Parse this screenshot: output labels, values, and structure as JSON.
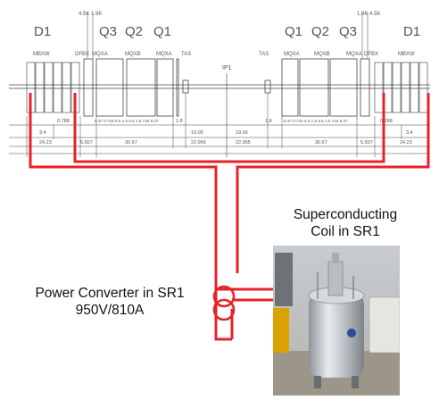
{
  "layout_labels": {
    "left": {
      "d1": "D1",
      "q3": "Q3",
      "q2": "Q2",
      "q1": "Q1",
      "mbxw": "MBXW",
      "dfbx": "DFBX",
      "mqxa1": "MQXA",
      "mqxb": "MQXB",
      "mqxa2": "MQXA",
      "tas": "TAS",
      "top_dim": "4.5K 1.9K"
    },
    "right": {
      "q1": "Q1",
      "q2": "Q2",
      "q3": "Q3",
      "d1": "D1",
      "tas": "TAS",
      "mqxa1": "MQXA",
      "mqxb": "MQXB",
      "mqxa2": "MQXA",
      "dfbx": "DFBX",
      "mbxw": "MBXW",
      "top_dim": "1.9K 4.5K"
    },
    "center": "IP1"
  },
  "dimensions": {
    "left": {
      "a": "3.4",
      "b": "0.788",
      "c": "24.23",
      "d": "5.607",
      "e": "30.67",
      "f": "1.8",
      "g": "19.05",
      "h": "22.965",
      "small": "6.37 0.715 5.5 1.5 5.5 1.0.715 6.37"
    },
    "right": {
      "a": "3.4",
      "b": "0.788",
      "c": "24.23",
      "d": "5.607",
      "e": "30.67",
      "f": "1.8",
      "g": "19.05",
      "h": "22.965",
      "small": "6.37 0.715 5.5 1.5 5.5 1.0.715 6.37"
    }
  },
  "labels": {
    "coil_line1": "Superconducting",
    "coil_line2": "Coil in SR1",
    "pc_line1": "Power Converter in SR1",
    "pc_line2": "950V/810A"
  },
  "colors": {
    "cable": "#e8222a",
    "line": "#333333",
    "photo_bg": "#d9dde2"
  }
}
